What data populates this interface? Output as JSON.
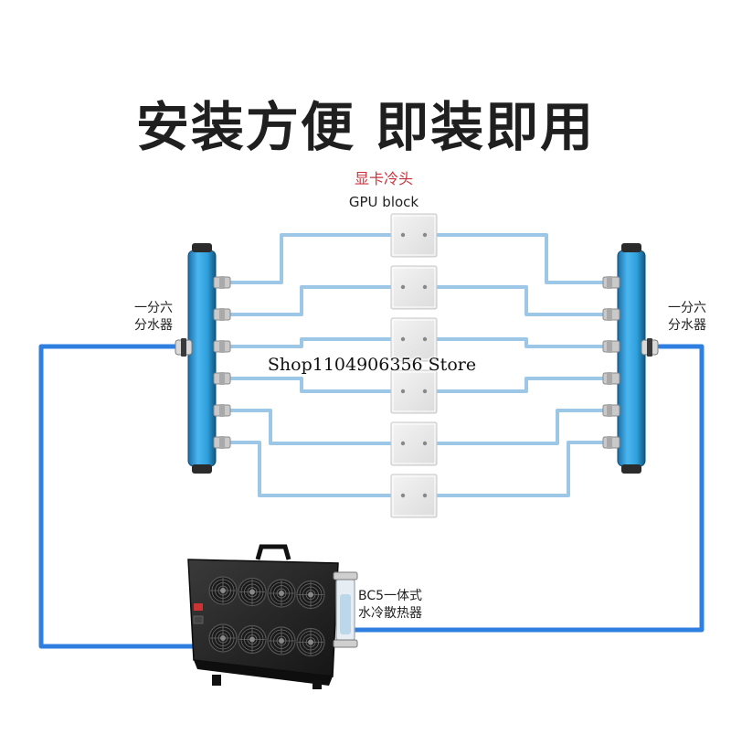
{
  "headline": "安装方便 即装即用",
  "gpu_block": {
    "label_cn": "显卡冷头",
    "label_en": "GPU block",
    "count": 6
  },
  "manifold_left": {
    "label_line1": "一分六",
    "label_line2": "分水器",
    "outlets": 6
  },
  "manifold_right": {
    "label_line1": "一分六",
    "label_line2": "分水器",
    "outlets": 6
  },
  "radiator": {
    "label_line1": "BC5一体式",
    "label_line2": "水冷散热器",
    "fans": 8
  },
  "watermark": "Shop1104906356 Store",
  "colors": {
    "manifold_blue": "#2f9fdb",
    "main_tube_blue": "#2f7fe0",
    "branch_tube_blue": "#9cc7e6",
    "gpu_label_red": "#c8343c",
    "radiator_body": "#2a2a2a"
  }
}
